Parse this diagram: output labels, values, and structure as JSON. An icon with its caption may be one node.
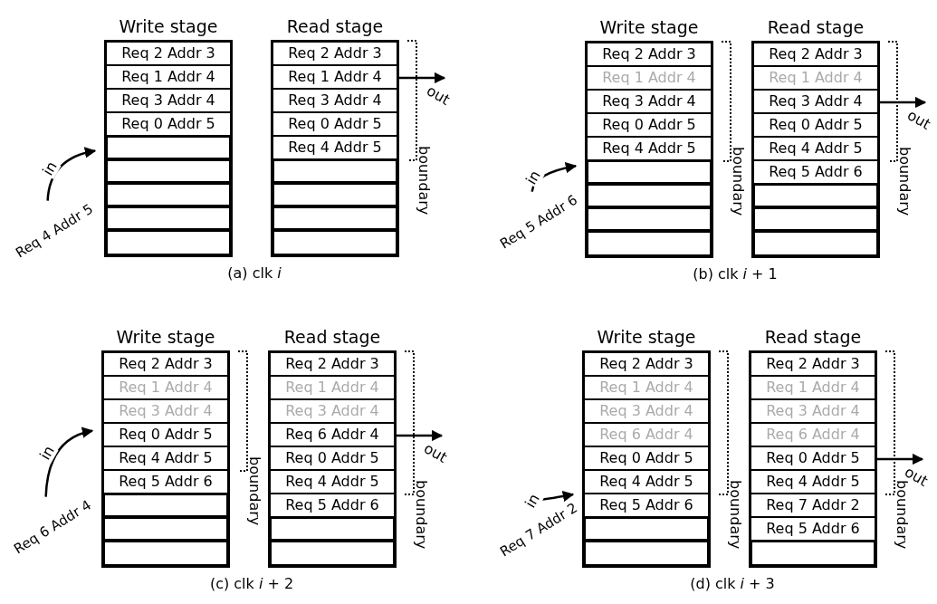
{
  "diagram": {
    "nodes": [
      {
        "text": [
          "Req 4 Addr 5"
        ]
      },
      {
        "text": [
          "Write stage"
        ]
      },
      {
        "text": [
          "Req 2 Addr 3"
        ],
        "in": 1
      },
      {
        "text": [
          "Req 1 Addr 4"
        ],
        "in": 1
      },
      {
        "text": [
          "Req 3 Addr 4"
        ],
        "in": 1
      },
      {
        "text": [
          "Req 0 Addr 5"
        ],
        "in": 1
      },
      {
        "text": [],
        "shape": "box",
        "in": 1
      },
      {
        "text": [],
        "shape": "box",
        "in": 1
      },
      {
        "text": [],
        "shape": "box",
        "in": 1
      },
      {
        "text": [],
        "shape": "box",
        "in": 1
      },
      {
        "text": [],
        "shape": "box",
        "in": 1
      },
      {
        "text": [
          "Read stage"
        ]
      },
      {
        "text": [
          "Req 2 Addr 3"
        ],
        "in": 11
      },
      {
        "text": [
          "Req 1 Addr 4"
        ],
        "in": 11
      },
      {
        "text": [
          "Req 3 Addr 4"
        ],
        "in": 11
      },
      {
        "text": [
          "Req 0 Addr 5"
        ],
        "in": 11
      },
      {
        "text": [
          "Req 4 Addr 5"
        ],
        "in": 11
      },
      {
        "text": [],
        "shape": "box",
        "in": 11
      },
      {
        "text": [],
        "shape": "box",
        "in": 11
      },
      {
        "text": [],
        "shape": "box",
        "in": 11
      },
      {
        "text": [],
        "shape": "box",
        "in": 11
      },
      {
        "text": [
          "Req 5 Addr 6"
        ]
      },
      {
        "text": [
          "Write stage"
        ]
      },
      {
        "text": [
          "Req 2 Addr 3"
        ],
        "in": 22
      },
      {
        "text": [
          "Req 1 Addr 4"
        ],
        "in": 22
      },
      {
        "text": [
          "Req 3 Addr 4"
        ],
        "in": 22
      },
      {
        "text": [
          "Req 0 Addr 5"
        ],
        "in": 22
      },
      {
        "text": [
          "Req 4 Addr 5"
        ],
        "in": 22
      },
      {
        "text": [],
        "shape": "box",
        "in": 22
      },
      {
        "text": [],
        "shape": "box",
        "in": 22
      },
      {
        "text": [],
        "shape": "box",
        "in": 22
      },
      {
        "text": [],
        "shape": "box",
        "in": 22
      },
      {
        "text": [
          "Read stage"
        ]
      },
      {
        "text": [
          "Req 2 Addr 3"
        ],
        "in": 32
      },
      {
        "text": [
          "Req 1 Addr 4"
        ],
        "in": 32
      },
      {
        "text": [
          "Req 3 Addr 4"
        ],
        "in": 32
      },
      {
        "text": [
          "Req 0 Addr 5"
        ],
        "in": 32
      },
      {
        "text": [
          "Req 4 Addr 5"
        ],
        "in": 32
      },
      {
        "text": [
          "Req 5 Addr 6"
        ],
        "in": 32
      },
      {
        "text": [],
        "shape": "box",
        "in": 32
      },
      {
        "text": [],
        "shape": "box",
        "in": 32
      },
      {
        "text": [],
        "shape": "box",
        "in": 32
      },
      {
        "text": [
          "Req 6 Addr 4"
        ]
      },
      {
        "text": [
          "Write stage"
        ]
      },
      {
        "text": [
          "Req 2 Addr 3"
        ],
        "in": 43
      },
      {
        "text": [
          "Req 1 Addr 4"
        ],
        "in": 43
      },
      {
        "text": [
          "Req 3 Addr 4"
        ],
        "in": 43
      },
      {
        "text": [
          "Req 0 Addr 5"
        ],
        "in": 43
      },
      {
        "text": [
          "Req 4 Addr 5"
        ],
        "in": 43
      },
      {
        "text": [
          "Req 5 Addr 6"
        ],
        "in": 43
      },
      {
        "text": [],
        "shape": "box",
        "in": 43
      },
      {
        "text": [],
        "shape": "box",
        "in": 43
      },
      {
        "text": [],
        "shape": "box",
        "in": 43
      },
      {
        "text": [
          "Read stage"
        ]
      },
      {
        "text": [
          "Req 2 Addr 3"
        ],
        "in": 53
      },
      {
        "text": [
          "Req 1 Addr 4"
        ],
        "in": 53
      },
      {
        "text": [
          "Req 3 Addr 4"
        ],
        "in": 53
      },
      {
        "text": [
          "Req 6 Addr 4"
        ],
        "in": 53
      },
      {
        "text": [
          "Req 0 Addr 5"
        ],
        "in": 53
      },
      {
        "text": [
          "Req 4 Addr 5"
        ],
        "in": 53
      },
      {
        "text": [
          "Req 5 Addr 6"
        ],
        "in": 53
      },
      {
        "text": [],
        "shape": "box",
        "in": 53
      },
      {
        "text": [],
        "shape": "box",
        "in": 53
      },
      {
        "text": [
          "Req 7 Addr 2"
        ]
      },
      {
        "text": [
          "Write stage"
        ]
      },
      {
        "text": [
          "Req 2 Addr 3"
        ],
        "in": 64
      },
      {
        "text": [
          "Req 1 Addr 4"
        ],
        "in": 64
      },
      {
        "text": [
          "Req 3 Addr 4"
        ],
        "in": 64
      },
      {
        "text": [
          "Req 6 Addr 4"
        ],
        "in": 64
      },
      {
        "text": [
          "Req 0 Addr 5"
        ],
        "in": 64
      },
      {
        "text": [
          "Req 4 Addr 5"
        ],
        "in": 64
      },
      {
        "text": [
          "Req 5 Addr 6"
        ],
        "in": 64
      },
      {
        "text": [],
        "shape": "box",
        "in": 64
      },
      {
        "text": [],
        "shape": "box",
        "in": 64
      },
      {
        "text": [
          "Read stage"
        ]
      },
      {
        "text": [
          "Req 2 Addr 3"
        ],
        "in": 74
      },
      {
        "text": [
          "Req 1 Addr 4"
        ],
        "in": 74
      },
      {
        "text": [
          "Req 3 Addr 4"
        ],
        "in": 74
      },
      {
        "text": [
          "Req 6 Addr 4"
        ],
        "in": 74
      },
      {
        "text": [
          "Req 0 Addr 5"
        ],
        "in": 74
      },
      {
        "text": [
          "Req 4 Addr 5"
        ],
        "in": 74
      },
      {
        "text": [
          "Req 7 Addr 2"
        ],
        "in": 74
      },
      {
        "text": [
          "Req 5 Addr 6"
        ],
        "in": 74
      },
      {
        "text": [],
        "shape": "box",
        "in": 74
      }
    ],
    "edges": [
      {
        "from": 0,
        "to": 1,
        "arrow": "to",
        "label": "in"
      },
      {
        "from": 13,
        "to": null,
        "arrow": "to",
        "label": "out"
      },
      {
        "from": 21,
        "to": 22,
        "arrow": "to",
        "label": "in"
      },
      {
        "from": 35,
        "to": null,
        "arrow": "to",
        "label": "out"
      },
      {
        "from": 42,
        "to": 43,
        "arrow": "to",
        "label": "in"
      },
      {
        "from": 57,
        "to": null,
        "arrow": "to",
        "label": "out"
      },
      {
        "from": 63,
        "to": 64,
        "arrow": "to",
        "label": "in"
      },
      {
        "from": 79,
        "to": null,
        "arrow": "to",
        "label": "out"
      }
    ],
    "labels": [
      "boundary",
      "boundary",
      "boundary",
      "(a) clk *i*",
      "(b) clk *i* + 1",
      "boundary",
      "boundary",
      "boundary",
      "boundary",
      "(c) clk *i* + 2",
      "(d) clk *i* + 3"
    ]
  }
}
